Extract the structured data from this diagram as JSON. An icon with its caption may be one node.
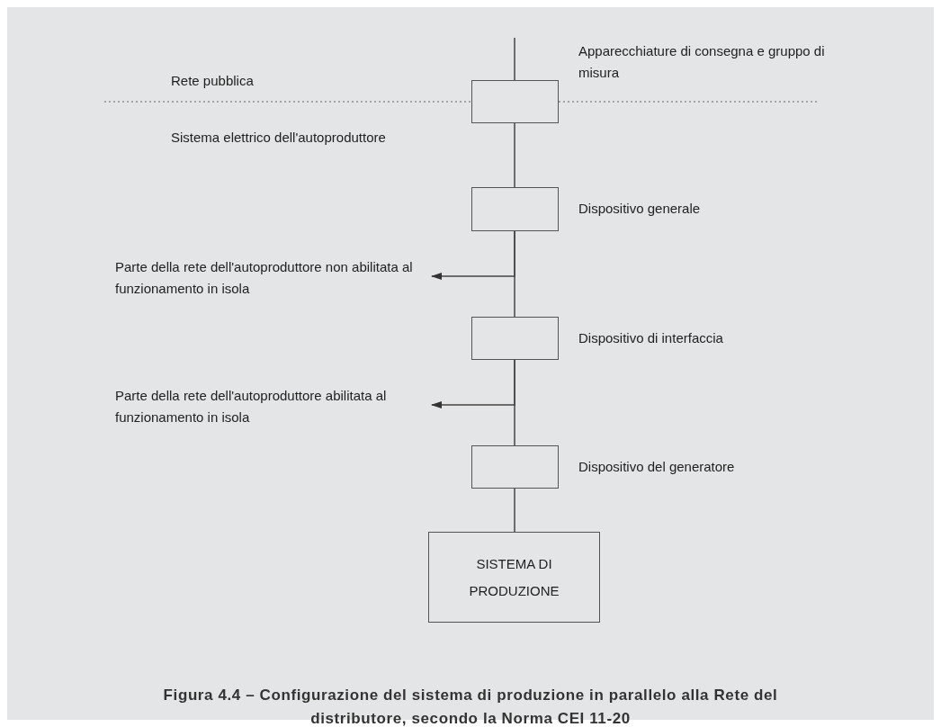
{
  "diagram": {
    "caption": "Figura 4.4 – Configurazione del sistema di produzione in parallelo alla Rete del distributore, secondo la Norma CEI 11-20",
    "nodes": [
      {
        "text": [],
        "shape": "box",
        "beside": [
          "Apparecchiature di consegna e gruppo di misura"
        ]
      },
      {
        "text": [],
        "shape": "box",
        "beside": [
          "Dispositivo generale"
        ]
      },
      {
        "text": [],
        "shape": "box",
        "beside": [
          "Dispositivo di interfaccia"
        ]
      },
      {
        "text": [],
        "shape": "box",
        "beside": [
          "Dispositivo del generatore"
        ]
      },
      {
        "text": [
          "SISTEMA DI PRODUZIONE"
        ]
      },
      {
        "text": [
          "Parte della rete dell'autoproduttore non abilitata al funzionamento in isola"
        ]
      },
      {
        "text": [
          "Parte della rete dell'autoproduttore abilitata al funzionamento in isola"
        ]
      }
    ],
    "edges": [
      {
        "from": null,
        "to": 0,
        "arrow": "none"
      },
      {
        "from": 0,
        "to": 1,
        "arrow": "none"
      },
      {
        "from": 1,
        "to": 2,
        "arrow": "none"
      },
      {
        "from": 2,
        "to": 3,
        "arrow": "none"
      },
      {
        "from": 3,
        "to": 4,
        "arrow": "none"
      },
      {
        "from": 1,
        "to": 5,
        "arrow": "to"
      },
      {
        "from": 2,
        "to": 6,
        "arrow": "to"
      }
    ],
    "labels": [
      "Rete pubblica",
      "Sistema elettrico dell'autoproduttore"
    ]
  }
}
